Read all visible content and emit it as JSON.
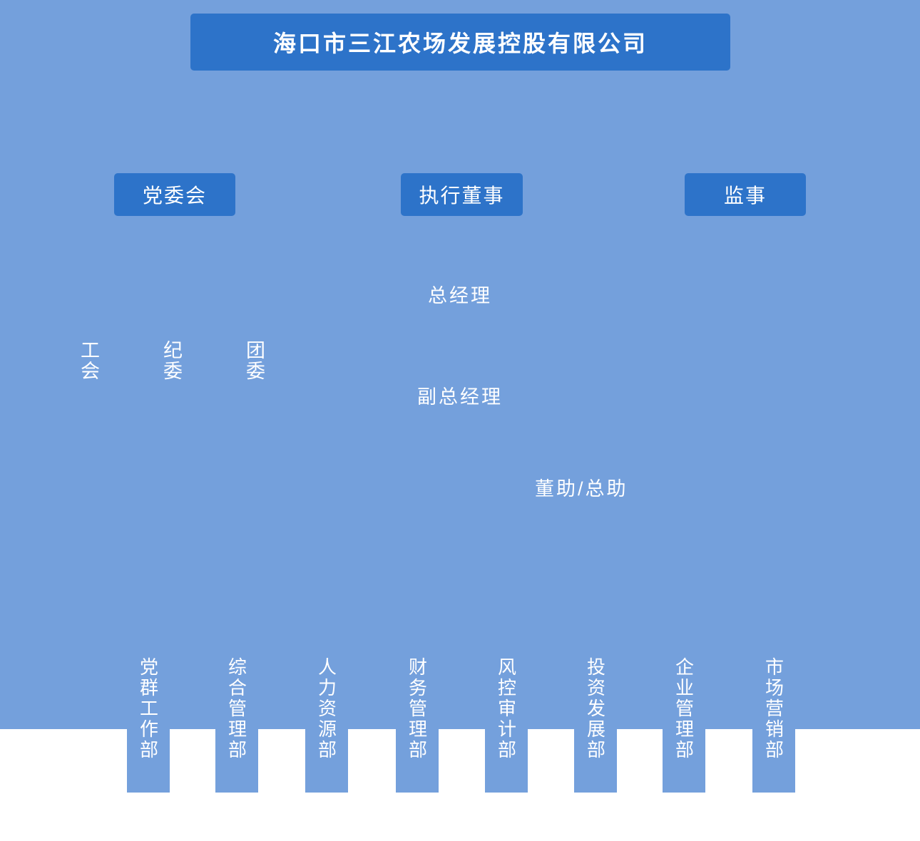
{
  "colors": {
    "canvas_blue": "#74a0dc",
    "box_blue": "#2d73c9",
    "text_white": "#ffffff",
    "page_white": "#ffffff"
  },
  "org_chart": {
    "company_title": "海口市三江农场发展控股有限公司",
    "governance_row": [
      {
        "label": "党委会"
      },
      {
        "label": "执行董事"
      },
      {
        "label": "监事"
      }
    ],
    "party_bodies": [
      {
        "label": "工会"
      },
      {
        "label": "纪委"
      },
      {
        "label": "团委"
      }
    ],
    "management_chain": [
      {
        "label": "总经理"
      },
      {
        "label": "副总经理"
      },
      {
        "label": "董助/总助"
      }
    ],
    "departments": [
      {
        "label": "党群工作部"
      },
      {
        "label": "综合管理部"
      },
      {
        "label": "人力资源部"
      },
      {
        "label": "财务管理部"
      },
      {
        "label": "风控审计部"
      },
      {
        "label": "投资发展部"
      },
      {
        "label": "企业管理部"
      },
      {
        "label": "市场营销部"
      }
    ]
  }
}
